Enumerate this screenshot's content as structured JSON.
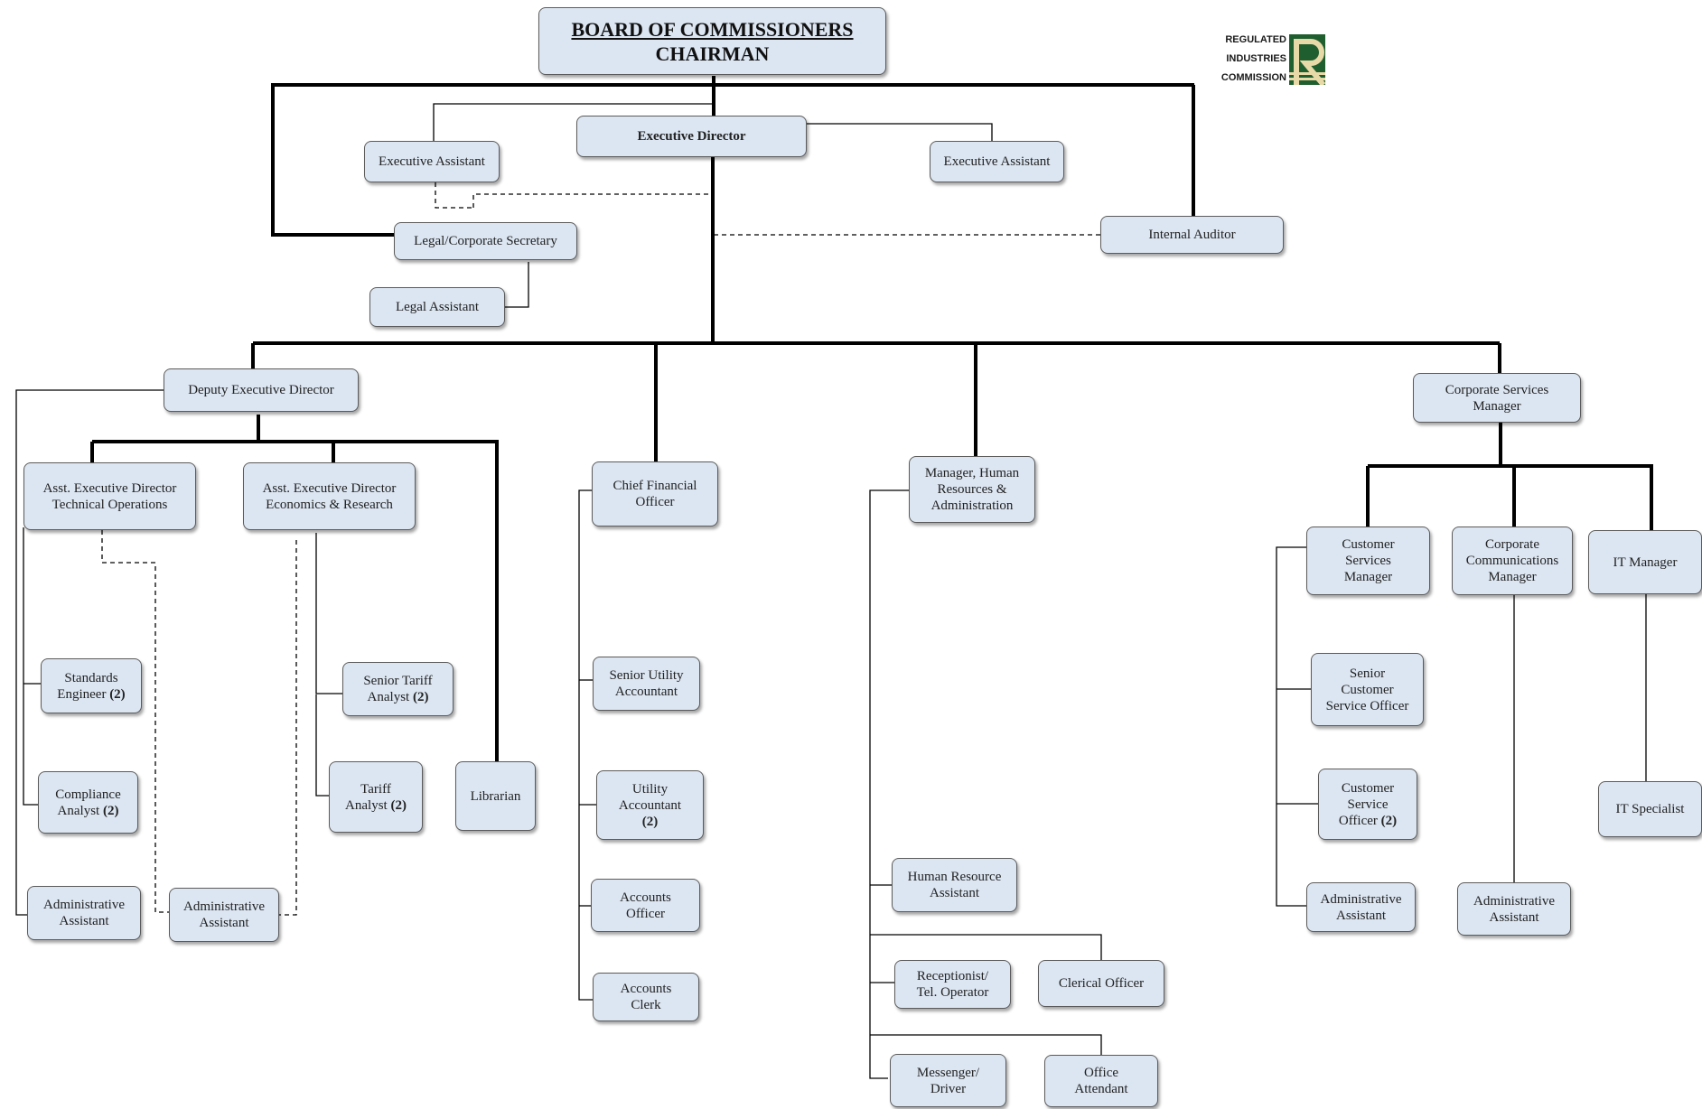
{
  "top": {
    "line1": "BOARD OF COMMISSIONERS",
    "line2": "CHAIRMAN"
  },
  "logo": {
    "line1": "REGULATED",
    "line2": "INDUSTRIES",
    "line3": "COMMISSION",
    "mark": "R",
    "color": "#1f5e2e"
  },
  "colors": {
    "box_fill": "#dce6f2",
    "box_border": "#5b5b5b",
    "line": "#000000"
  },
  "nodes": {
    "executive_director": "Executive Director",
    "executive_assistant_left": "Executive Assistant",
    "executive_assistant_right": "Executive Assistant",
    "legal_corporate_secretary": "Legal/Corporate Secretary",
    "legal_assistant": "Legal Assistant",
    "internal_auditor": "Internal Auditor",
    "deputy_executive_director": "Deputy Executive Director",
    "asst_ed_technical": "Asst. Executive Director\nTechnical Operations",
    "asst_ed_economics": "Asst. Executive Director\nEconomics & Research",
    "standards_engineer": {
      "label": "Standards\nEngineer",
      "count": "(2)"
    },
    "compliance_analyst": {
      "label": "Compliance\nAnalyst",
      "count": "(2)"
    },
    "admin_assistant_deputy": "Administrative\nAssistant",
    "admin_assistant_asst": "Administrative\nAssistant",
    "senior_tariff_analyst": {
      "label": "Senior Tariff\nAnalyst",
      "count": "(2)"
    },
    "tariff_analyst": {
      "label": "Tariff\nAnalyst",
      "count": "(2)"
    },
    "librarian": "Librarian",
    "chief_financial_officer": "Chief Financial\nOfficer",
    "senior_utility_accountant": "Senior Utility\nAccountant",
    "utility_accountant": {
      "label": "Utility\nAccountant\n",
      "count": "(2)"
    },
    "accounts_officer": "Accounts\nOfficer",
    "accounts_clerk": "Accounts\nClerk",
    "manager_hr": "Manager, Human\nResources &\nAdministration",
    "hr_assistant": "Human Resource\nAssistant",
    "receptionist": "Receptionist/\nTel. Operator",
    "clerical_officer": "Clerical Officer",
    "messenger_driver": "Messenger/\nDriver",
    "office_attendant": "Office\nAttendant",
    "corporate_services_manager": "Corporate Services\nManager",
    "customer_services_manager": "Customer\nServices\nManager",
    "corporate_communications_manager": "Corporate\nCommunications\nManager",
    "it_manager": "IT Manager",
    "senior_customer_service_officer": "Senior\nCustomer\nService Officer",
    "customer_service_officer": {
      "label": "Customer\nService\nOfficer",
      "count": "(2)"
    },
    "admin_assistant_customer": "Administrative\nAssistant",
    "admin_assistant_comms": "Administrative\nAssistant",
    "it_specialist": "IT Specialist"
  }
}
